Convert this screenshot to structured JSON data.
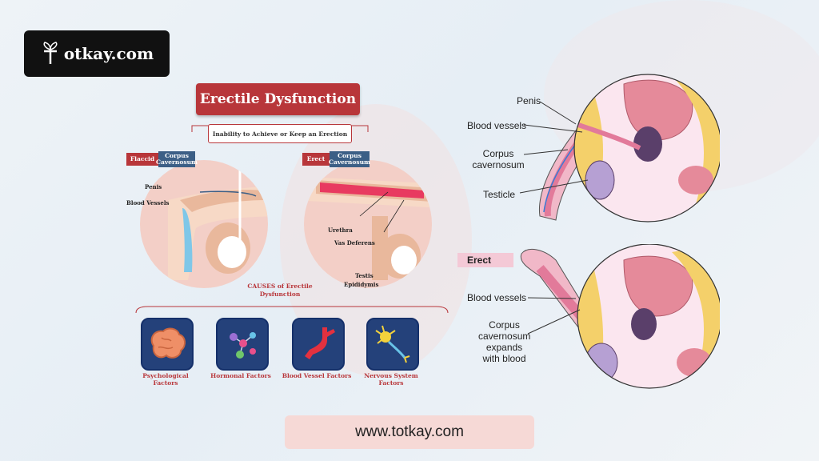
{
  "logo": {
    "text": "otkay.com",
    "icon": "leaf-t-icon"
  },
  "infographic": {
    "title": "Erectile Dysfunction",
    "subtitle": "Inability to Achieve or Keep an Erection",
    "flaccid": {
      "state": "Flaccid",
      "corpus": "Corpus Cavernosum",
      "penis": "Penis",
      "vessels": "Blood Vessels"
    },
    "erect": {
      "state": "Erect",
      "corpus": "Corpus Cavernosum",
      "urethra": "Urethra",
      "vas": "Vas Deferens",
      "testis": "Testis",
      "epididymis": "Epididymis"
    },
    "causes_title": "CAUSES of Erectile Dysfunction",
    "factors": [
      {
        "label": "Psychological Factors",
        "icon": "brain-icon"
      },
      {
        "label": "Hormonal Factors",
        "icon": "molecules-icon"
      },
      {
        "label": "Blood Vessel Factors",
        "icon": "blood-vessel-icon"
      },
      {
        "label": "Nervous System Factors",
        "icon": "neuron-icon"
      }
    ]
  },
  "right_diagram": {
    "top": {
      "penis": "Penis",
      "vessels": "Blood vessels",
      "corpus": "Corpus cavernosum",
      "testicle": "Testicle"
    },
    "bottom": {
      "tag": "Erect",
      "vessels": "Blood vessels",
      "corpus": "Corpus cavernosum expands with blood"
    }
  },
  "footer": {
    "url": "www.totkay.com"
  },
  "colors": {
    "accent_red": "#b8363a",
    "accent_blue": "#3c5f86",
    "circle_pink": "#f3cfc7",
    "tissue_pink": "#e98aa8"
  }
}
